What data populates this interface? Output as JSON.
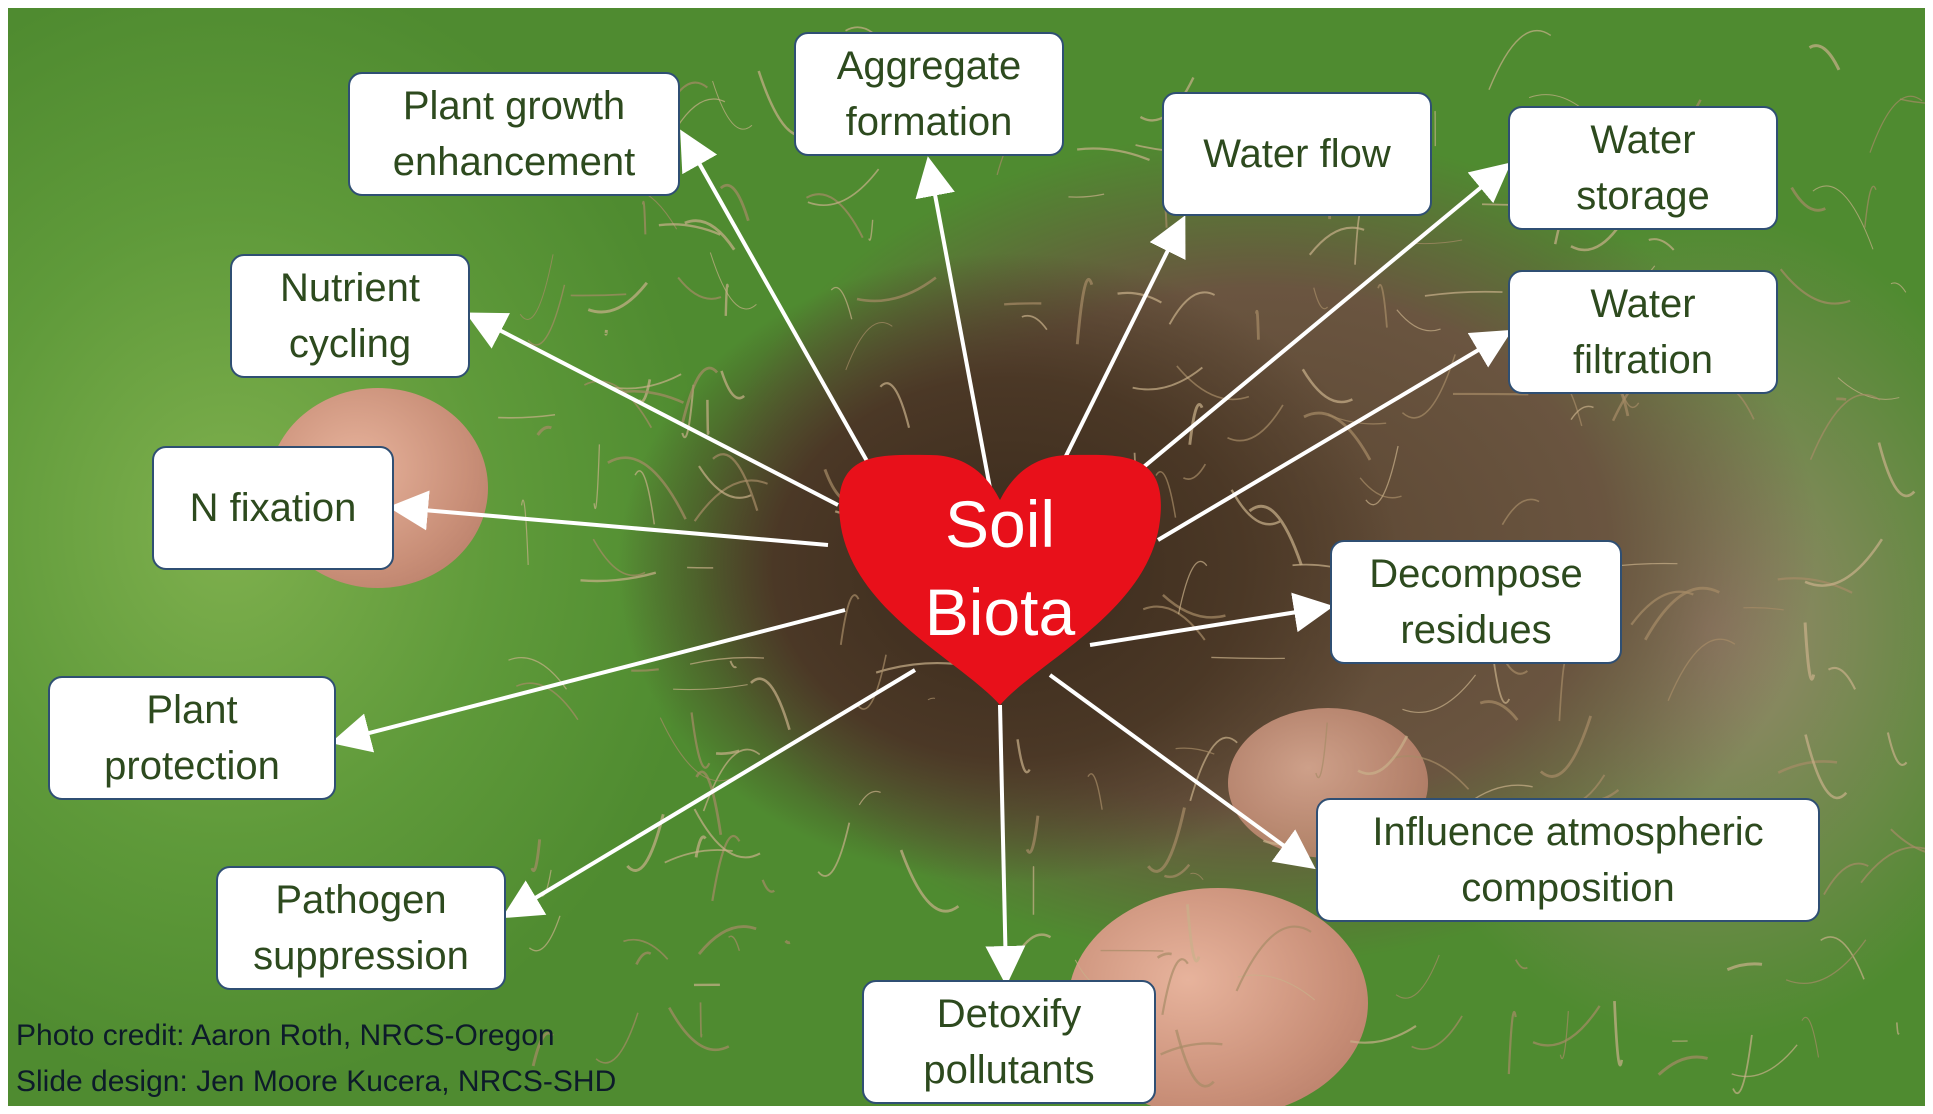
{
  "center": {
    "label": "Soil\nBiota",
    "color": "#e8101a"
  },
  "functions": [
    {
      "id": "plant-growth-enhancement",
      "label": "Plant growth\nenhancement"
    },
    {
      "id": "aggregate-formation",
      "label": "Aggregate\nformation"
    },
    {
      "id": "water-flow",
      "label": "Water flow"
    },
    {
      "id": "water-storage",
      "label": "Water\nstorage"
    },
    {
      "id": "nutrient-cycling",
      "label": "Nutrient\ncycling"
    },
    {
      "id": "water-filtration",
      "label": "Water\nfiltration"
    },
    {
      "id": "n-fixation",
      "label": "N fixation"
    },
    {
      "id": "decompose-residues",
      "label": "Decompose\nresidues"
    },
    {
      "id": "plant-protection",
      "label": "Plant\nprotection"
    },
    {
      "id": "influence-atmospheric-composition",
      "label": "Influence atmospheric\ncomposition"
    },
    {
      "id": "pathogen-suppression",
      "label": "Pathogen\nsuppression"
    },
    {
      "id": "detoxify-pollutants",
      "label": "Detoxify\npollutants"
    }
  ],
  "credits": {
    "photo": "Photo credit: Aaron Roth, NRCS-Oregon",
    "design": "Slide design: Jen Moore Kucera, NRCS-SHD"
  },
  "colors": {
    "box_border": "#2f4f73",
    "box_text": "#2d4a1e",
    "arrow": "#ffffff"
  }
}
